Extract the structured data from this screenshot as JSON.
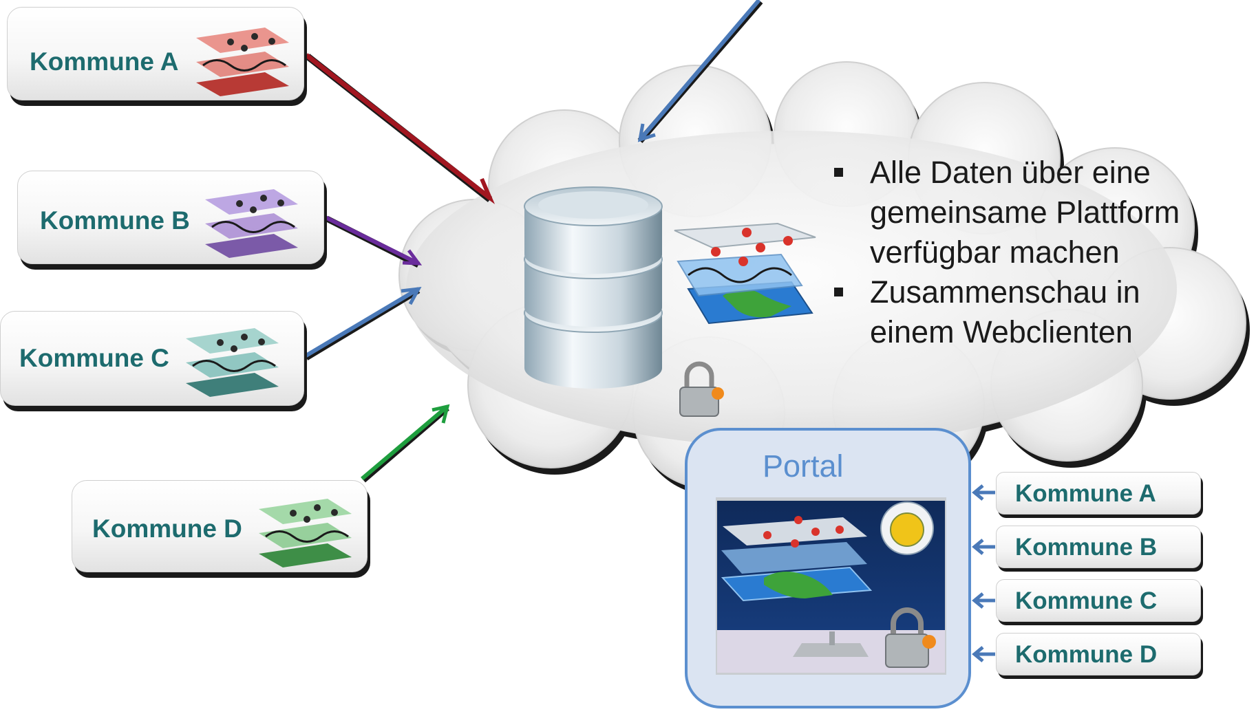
{
  "sources": [
    {
      "id": "a",
      "label": "Kommune A",
      "color": "#c0392b"
    },
    {
      "id": "b",
      "label": "Kommune B",
      "color": "#8e65c4"
    },
    {
      "id": "c",
      "label": "Kommune C",
      "color": "#4fa39b"
    },
    {
      "id": "d",
      "label": "Kommune D",
      "color": "#4caf50"
    }
  ],
  "cloud": {
    "bullets": [
      "Alle Daten über eine gemeinsame Plattform verfügbar machen",
      "Zusammenschau in einem Webclienten"
    ]
  },
  "portal": {
    "title": "Portal",
    "clients": [
      "Kommune A",
      "Kommune B",
      "Kommune C",
      "Kommune D"
    ]
  },
  "arrow_colors": {
    "a": "#a11620",
    "b": "#6a2c9c",
    "c": "#4a79b8",
    "d": "#1e9e3e",
    "top": "#4a79b8",
    "portal": "#4a79b8"
  }
}
